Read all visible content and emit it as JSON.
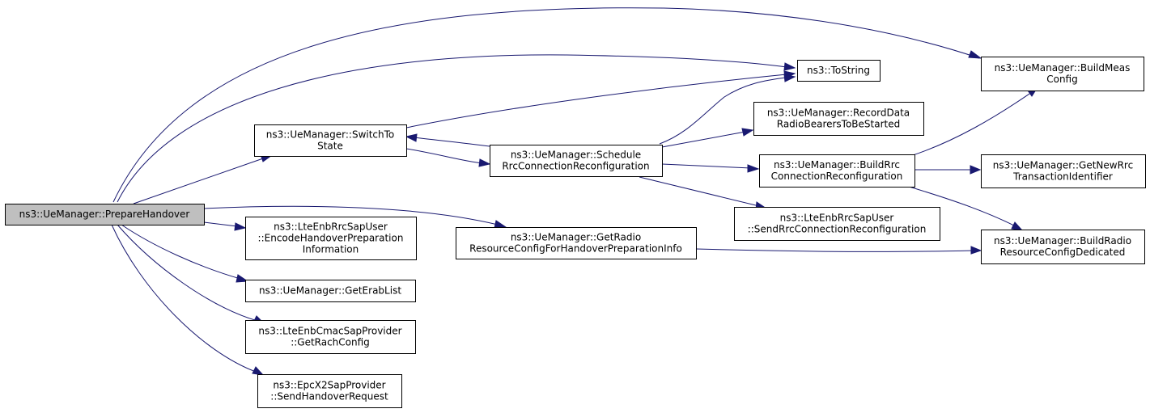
{
  "graph": {
    "nodes": {
      "prepare_handover": [
        "ns3::UeManager::PrepareHandover"
      ],
      "switch_to_state": [
        "ns3::UeManager::SwitchTo",
        "State"
      ],
      "encode_handover": [
        "ns3::LteEnbRrcSapUser",
        "::EncodeHandoverPreparation",
        "Information"
      ],
      "get_erab_list": [
        "ns3::UeManager::GetErabList"
      ],
      "get_rach_config": [
        "ns3::LteEnbCmacSapProvider",
        "::GetRachConfig"
      ],
      "send_handover_request": [
        "ns3::EpcX2SapProvider",
        "::SendHandoverRequest"
      ],
      "schedule_rrc": [
        "ns3::UeManager::Schedule",
        "RrcConnectionReconfiguration"
      ],
      "get_radio_resource": [
        "ns3::UeManager::GetRadio",
        "ResourceConfigForHandoverPreparationInfo"
      ],
      "to_string": [
        "ns3::ToString"
      ],
      "record_data": [
        "ns3::UeManager::RecordData",
        "RadioBearersToBeStarted"
      ],
      "build_rrc": [
        "ns3::UeManager::BuildRrc",
        "ConnectionReconfiguration"
      ],
      "send_rrc": [
        "ns3::LteEnbRrcSapUser",
        "::SendRrcConnectionReconfiguration"
      ],
      "build_meas": [
        "ns3::UeManager::BuildMeas",
        "Config"
      ],
      "get_new_rrc": [
        "ns3::UeManager::GetNewRrc",
        "TransactionIdentifier"
      ],
      "build_radio": [
        "ns3::UeManager::BuildRadio",
        "ResourceConfigDedicated"
      ]
    },
    "edges": [
      [
        "prepare_handover",
        "build_meas"
      ],
      [
        "prepare_handover",
        "to_string"
      ],
      [
        "prepare_handover",
        "switch_to_state"
      ],
      [
        "prepare_handover",
        "get_radio_resource"
      ],
      [
        "prepare_handover",
        "encode_handover"
      ],
      [
        "prepare_handover",
        "get_erab_list"
      ],
      [
        "prepare_handover",
        "get_rach_config"
      ],
      [
        "prepare_handover",
        "send_handover_request"
      ],
      [
        "switch_to_state",
        "to_string"
      ],
      [
        "switch_to_state",
        "schedule_rrc"
      ],
      [
        "schedule_rrc",
        "switch_to_state"
      ],
      [
        "schedule_rrc",
        "to_string"
      ],
      [
        "schedule_rrc",
        "record_data"
      ],
      [
        "schedule_rrc",
        "build_rrc"
      ],
      [
        "schedule_rrc",
        "send_rrc"
      ],
      [
        "get_radio_resource",
        "build_radio"
      ],
      [
        "build_rrc",
        "build_meas"
      ],
      [
        "build_rrc",
        "get_new_rrc"
      ],
      [
        "build_rrc",
        "build_radio"
      ]
    ]
  },
  "colors": {
    "edge": "#191970",
    "root_fill": "#bfbfbf",
    "node_fill": "#ffffff",
    "border": "#000000"
  }
}
